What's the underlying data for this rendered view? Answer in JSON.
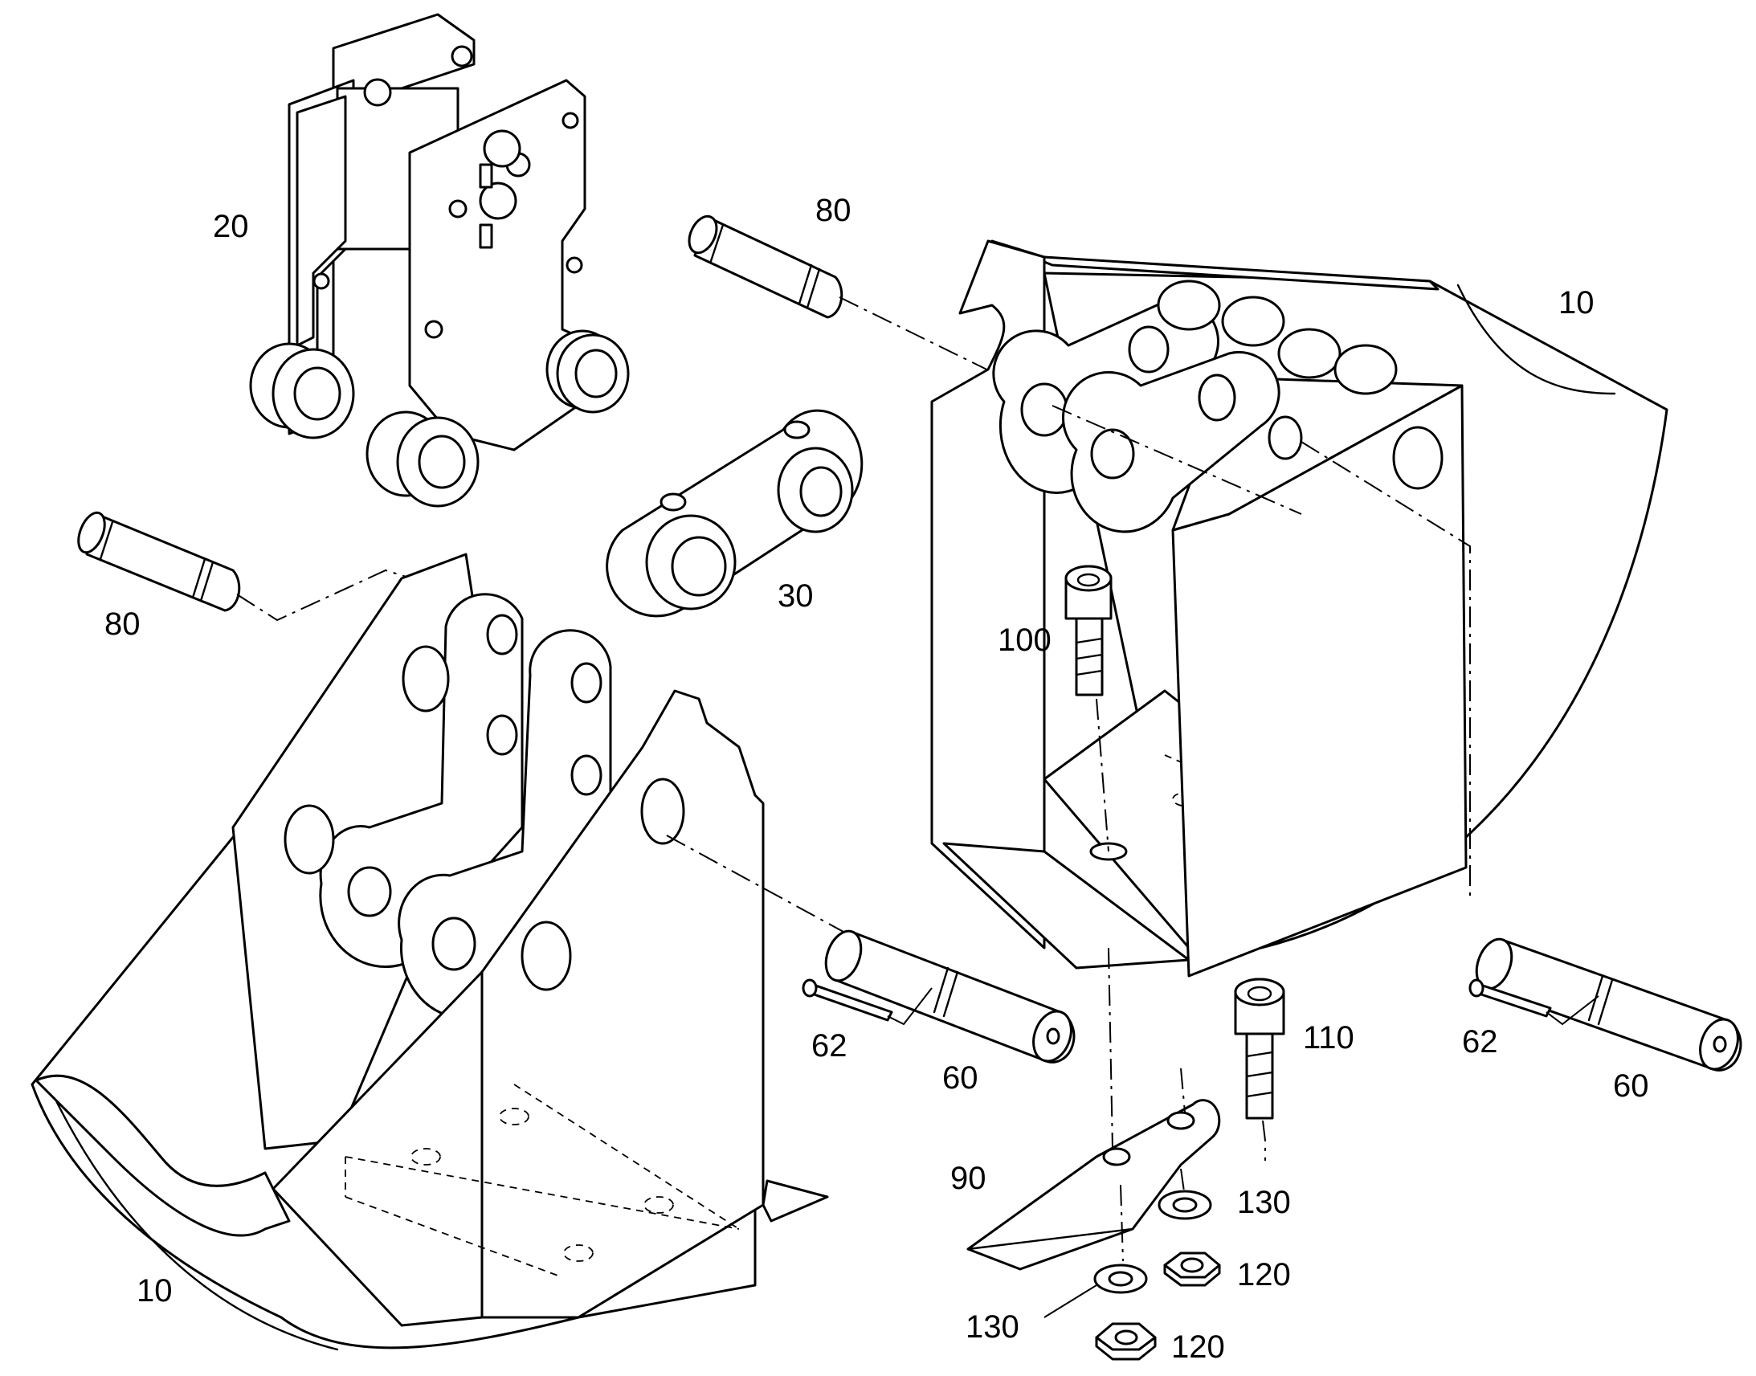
{
  "diagram": {
    "background": "#ffffff",
    "ink": "#000000",
    "callouts": [
      {
        "id": "20",
        "label": "20"
      },
      {
        "id": "80-top",
        "label": "80"
      },
      {
        "id": "10-right",
        "label": "10"
      },
      {
        "id": "80-left",
        "label": "80"
      },
      {
        "id": "30",
        "label": "30"
      },
      {
        "id": "100",
        "label": "100"
      },
      {
        "id": "110",
        "label": "110"
      },
      {
        "id": "62-left",
        "label": "62"
      },
      {
        "id": "60-left",
        "label": "60"
      },
      {
        "id": "62-right",
        "label": "62"
      },
      {
        "id": "60-right",
        "label": "60"
      },
      {
        "id": "90",
        "label": "90"
      },
      {
        "id": "130-upper",
        "label": "130"
      },
      {
        "id": "120-upper",
        "label": "120"
      },
      {
        "id": "130-lower",
        "label": "130"
      },
      {
        "id": "120-lower",
        "label": "120"
      },
      {
        "id": "10-left",
        "label": "10"
      }
    ]
  }
}
